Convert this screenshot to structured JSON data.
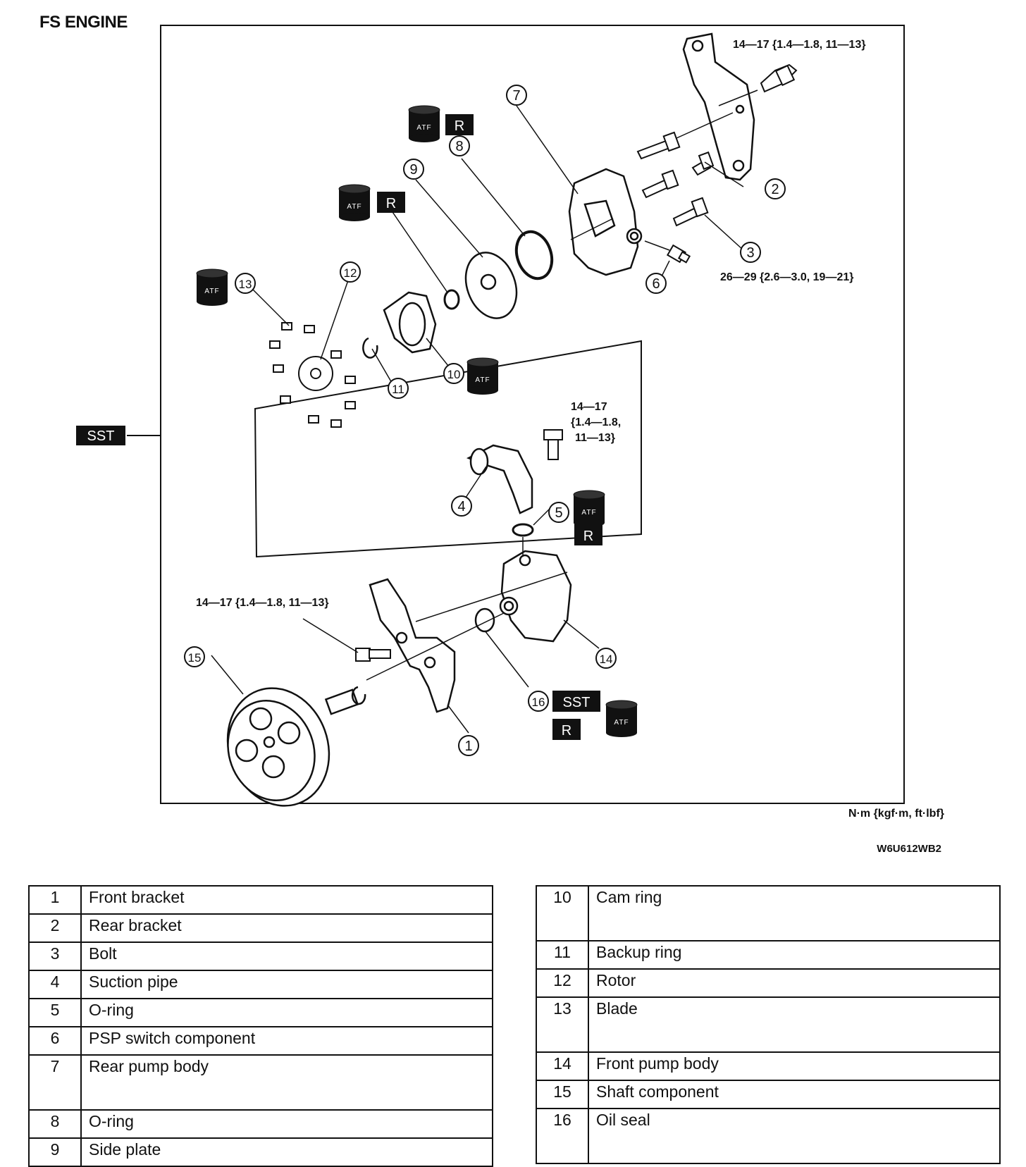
{
  "title": "FS ENGINE",
  "units_note": "N·m {kgf·m, ft·lbf}",
  "figure_code": "W6U612WB2",
  "badges": {
    "sst": "SST",
    "reuse": "R",
    "atf": "ATF"
  },
  "torques": {
    "rear_bracket_bolt": "14—17 {1.4—1.8, 11—13}",
    "pump_bolt": "26—29 {2.6—3.0, 19—21}",
    "suction_bolt_line1": "14—17",
    "suction_bolt_line2": "{1.4—1.8,",
    "suction_bolt_line3": "11—13}",
    "front_bracket_bolt": "14—17 {1.4—1.8, 11—13}"
  },
  "callouts": [
    "1",
    "2",
    "3",
    "4",
    "5",
    "6",
    "7",
    "8",
    "9",
    "10",
    "11",
    "12",
    "13",
    "14",
    "15",
    "16"
  ],
  "parts_left": [
    {
      "no": "1",
      "name": "Front bracket"
    },
    {
      "no": "2",
      "name": "Rear bracket"
    },
    {
      "no": "3",
      "name": "Bolt"
    },
    {
      "no": "4",
      "name": "Suction pipe"
    },
    {
      "no": "5",
      "name": "O-ring"
    },
    {
      "no": "6",
      "name": "PSP switch component"
    },
    {
      "no": "7",
      "name": "Rear pump body"
    },
    {
      "no": "8",
      "name": "O-ring"
    },
    {
      "no": "9",
      "name": "Side plate"
    }
  ],
  "parts_right": [
    {
      "no": "10",
      "name": "Cam ring"
    },
    {
      "no": "11",
      "name": "Backup ring"
    },
    {
      "no": "12",
      "name": "Rotor"
    },
    {
      "no": "13",
      "name": "Blade"
    },
    {
      "no": "14",
      "name": "Front pump body"
    },
    {
      "no": "15",
      "name": "Shaft component"
    },
    {
      "no": "16",
      "name": "Oil seal"
    }
  ]
}
